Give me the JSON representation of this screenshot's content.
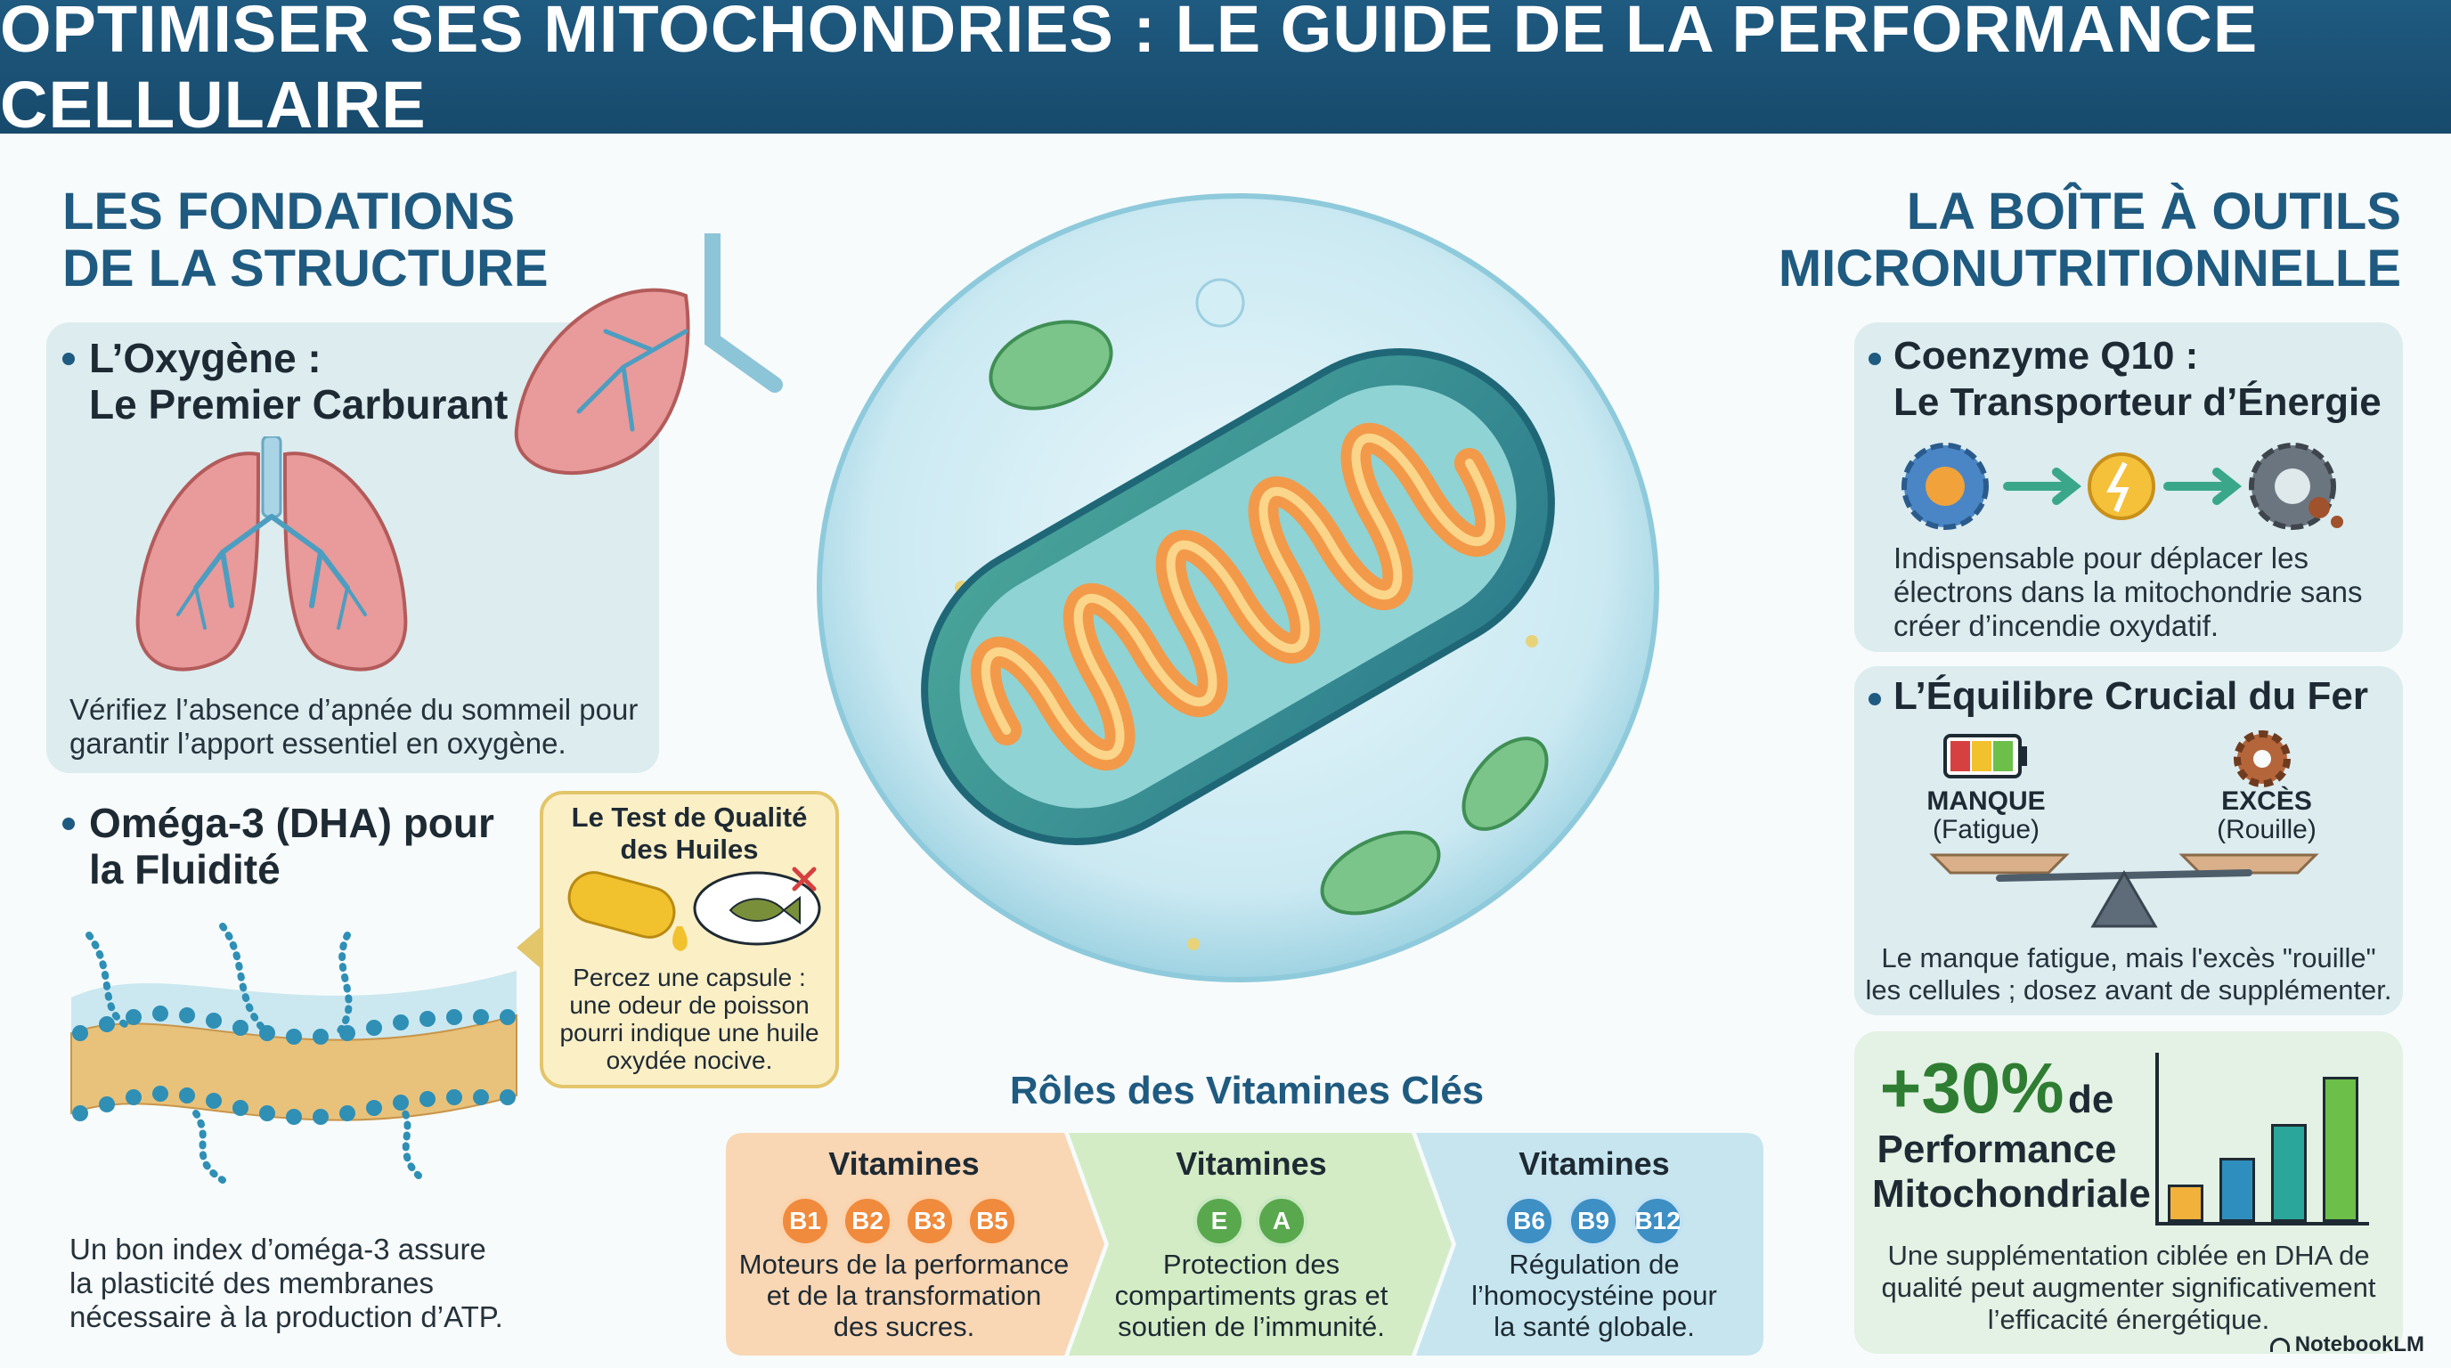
{
  "header": {
    "title": "OPTIMISER SES MITOCHONDRIES : LE GUIDE DE LA PERFORMANCE CELLULAIRE"
  },
  "left": {
    "section_title_line1": "LES FONDATIONS",
    "section_title_line2": "DE LA STRUCTURE",
    "oxygen": {
      "title_line1": "L’Oxygène :",
      "title_line2": "Le Premier Carburant",
      "text_line1": "Vérifiez l’absence d’apnée du sommeil pour",
      "text_line2": "garantir l’apport essentiel en oxygène."
    },
    "omega": {
      "title_line1": "Oméga-3 (DHA) pour",
      "title_line2": "la Fluidité",
      "text_line1": "Un bon index d’oméga-3 assure",
      "text_line2": "la plasticité des membranes",
      "text_line3": "nécessaire à la production d’ATP."
    },
    "oil_test": {
      "title_line1": "Le Test de Qualité",
      "title_line2": "des Huiles",
      "text_line1": "Percez une capsule :",
      "text_line2": "une odeur de poisson",
      "text_line3": "pourri indique une huile",
      "text_line4": "oxydée nocive."
    }
  },
  "vitamins": {
    "title": "Rôles des Vitamines Clés",
    "groups": [
      {
        "heading": "Vitamines",
        "pills": [
          "B1",
          "B2",
          "B3",
          "B5"
        ],
        "desc_line1": "Moteurs de la performance",
        "desc_line2": "et de la transformation",
        "desc_line3": "des sucres."
      },
      {
        "heading": "Vitamines",
        "pills": [
          "E",
          "A"
        ],
        "desc_line1": "Protection des",
        "desc_line2": "compartiments gras et",
        "desc_line3": "soutien de l’immunité."
      },
      {
        "heading": "Vitamines",
        "pills": [
          "B6",
          "B9",
          "B12"
        ],
        "desc_line1": "Régulation de",
        "desc_line2": "l’homocystéine pour",
        "desc_line3": "la santé globale."
      }
    ]
  },
  "right": {
    "section_title_line1": "LA BOÎTE À OUTILS",
    "section_title_line2": "MICRONUTRITIONNELLE",
    "coq10": {
      "title_line1": "Coenzyme Q10 :",
      "title_line2": "Le Transporteur d’Énergie",
      "text_line1": "Indispensable pour déplacer les",
      "text_line2": "électrons dans la mitochondrie sans",
      "text_line3": "créer d’incendie oxydatif."
    },
    "iron": {
      "title": "L’Équilibre Crucial du Fer",
      "left_label": "MANQUE",
      "left_sub": "(Fatigue)",
      "right_label": "EXCÈS",
      "right_sub": "(Rouille)",
      "text_line1": "Le manque fatigue, mais l'excès \"rouille\"",
      "text_line2": "les cellules ; dosez avant de supplémenter."
    },
    "performance": {
      "big": "+30%",
      "de": "de",
      "line2": "Performance",
      "line3": "Mitochondriale",
      "text_line1": "Une supplémentation ciblée en DHA de",
      "text_line2": "qualité peut augmenter significativement",
      "text_line3": "l’efficacité énergétique.",
      "bar_levels": [
        0.22,
        0.38,
        0.58,
        0.86
      ],
      "bar_colors": [
        "#f2b13a",
        "#2e8fbf",
        "#2aa69a",
        "#6cc04a"
      ]
    }
  },
  "brand": {
    "label": "NotebookLM"
  },
  "colors": {
    "banner": "#1f5a80",
    "accent_green": "#2e7d32",
    "orange": "#f08a3c"
  }
}
